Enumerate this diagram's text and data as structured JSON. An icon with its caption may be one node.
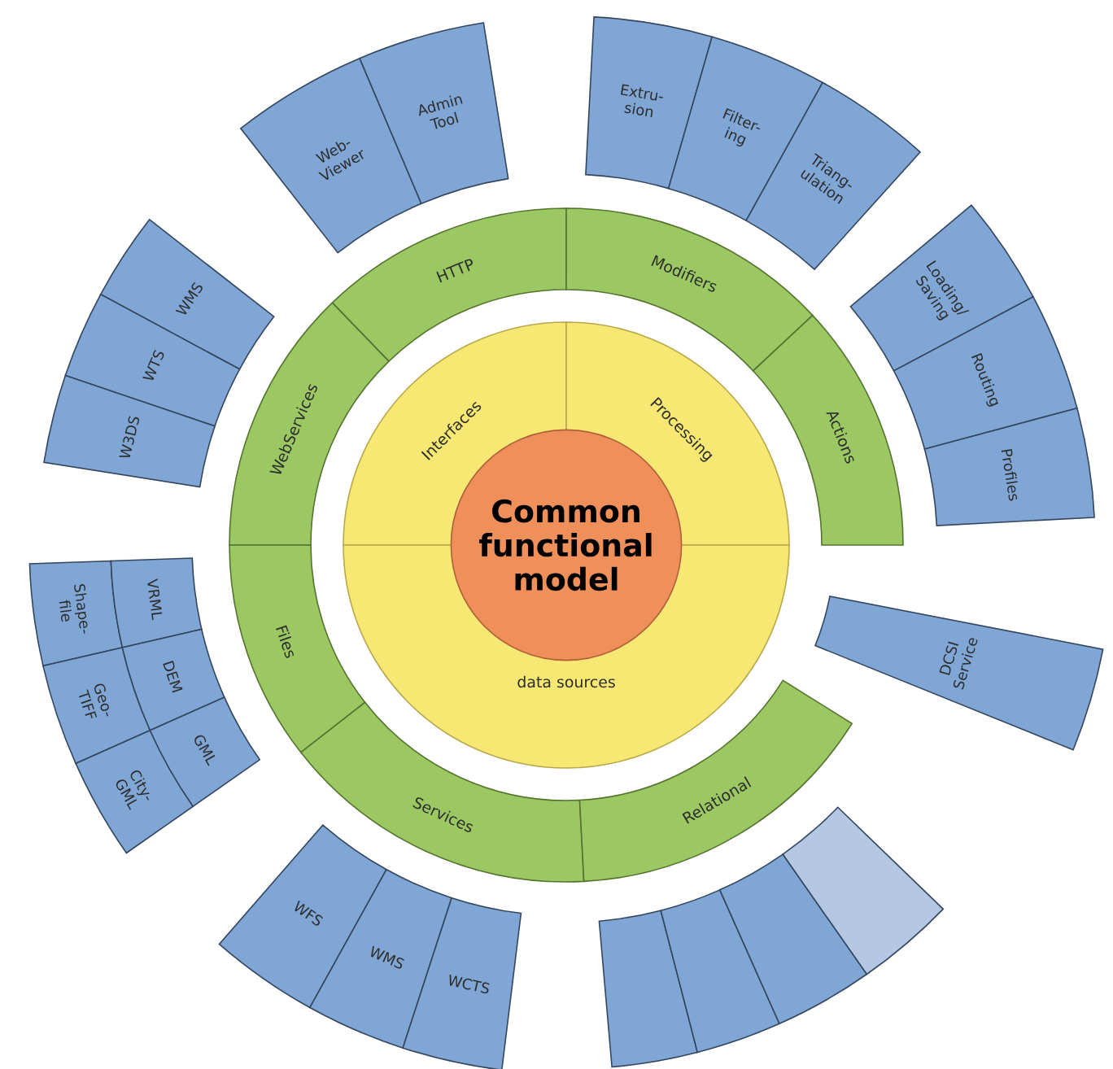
{
  "diagram": {
    "nodes": [
      {
        "text": [
          "Common functional model"
        ]
      },
      {
        "text": [
          "Interfaces"
        ]
      },
      {
        "text": [
          "Processing"
        ]
      },
      {
        "text": [
          "data sources"
        ]
      },
      {
        "text": [
          "HTTP"
        ]
      },
      {
        "text": [
          "Modifiers"
        ]
      },
      {
        "text": [
          "Actions"
        ]
      },
      {
        "text": [
          "WebServices"
        ]
      },
      {
        "text": [
          "Files"
        ]
      },
      {
        "text": [
          "Services"
        ]
      },
      {
        "text": [
          "Relational"
        ]
      },
      {
        "text": [
          "Web- Viewer"
        ]
      },
      {
        "text": [
          "Admin Tool"
        ]
      },
      {
        "text": [
          "Extru- sion"
        ]
      },
      {
        "text": [
          "Filter- ing"
        ]
      },
      {
        "text": [
          "Triang- ulation"
        ]
      },
      {
        "text": [
          "Loading/ Saving"
        ]
      },
      {
        "text": [
          "Routing"
        ]
      },
      {
        "text": [
          "Profiles"
        ]
      },
      {
        "text": [
          "WMS"
        ]
      },
      {
        "text": [
          "WTS"
        ]
      },
      {
        "text": [
          "W3DS"
        ]
      },
      {
        "text": [
          "Shape- file"
        ]
      },
      {
        "text": [
          "VRML"
        ]
      },
      {
        "text": [
          "Geo- TIFF"
        ]
      },
      {
        "text": [
          "DEM"
        ]
      },
      {
        "text": [
          "City- GML"
        ]
      },
      {
        "text": [
          "GML"
        ]
      },
      {
        "text": [
          "DCSI Service"
        ]
      },
      {
        "text": [
          "WFS"
        ]
      },
      {
        "text": [
          "WMS"
        ]
      },
      {
        "text": [
          "WCTS"
        ]
      },
      {
        "text": [],
        "shape": "box"
      },
      {
        "text": [],
        "shape": "box"
      },
      {
        "text": [],
        "shape": "box"
      },
      {
        "text": [],
        "shape": "box"
      }
    ]
  }
}
